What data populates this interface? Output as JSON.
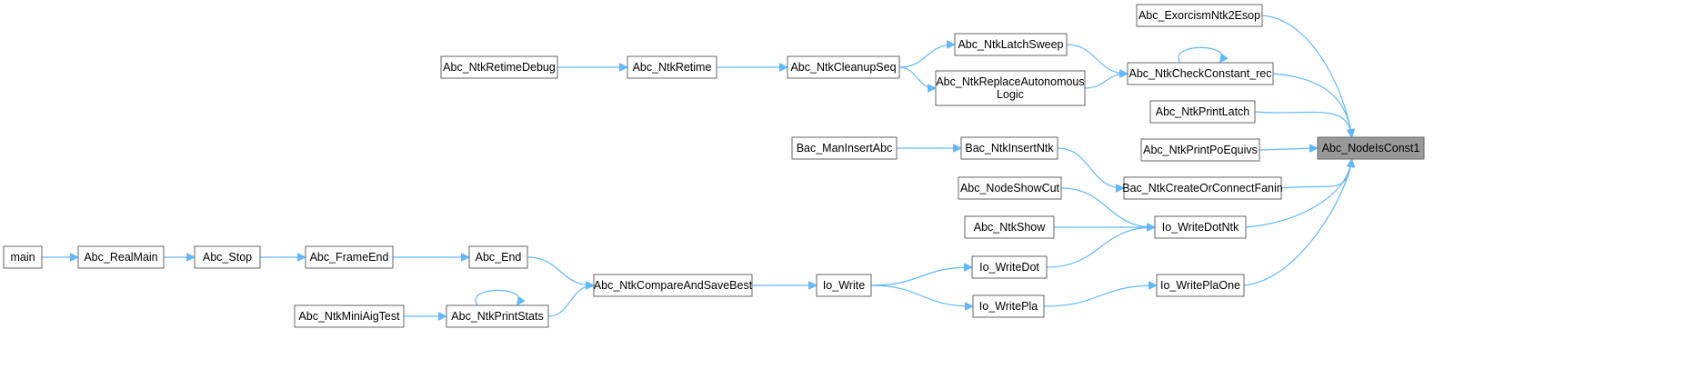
{
  "graph": {
    "root": "Abc_NodeIsConst1",
    "colors": {
      "edge": "#63b8ff",
      "node_border": "#666666",
      "root_fill": "#999999",
      "node_fill": "#ffffff"
    },
    "nodes": [
      {
        "id": "n_exorcism",
        "label": "Abc_ExorcismNtk2Esop"
      },
      {
        "id": "n_latchsweep",
        "label": "Abc_NtkLatchSweep"
      },
      {
        "id": "n_checkconst",
        "label": "Abc_NtkCheckConstant_rec"
      },
      {
        "id": "n_retimedebug",
        "label": "Abc_NtkRetimeDebug"
      },
      {
        "id": "n_retime",
        "label": "Abc_NtkRetime"
      },
      {
        "id": "n_cleanupseq",
        "label": "Abc_NtkCleanupSeq"
      },
      {
        "id": "n_replaceauto",
        "label": [
          "Abc_NtkReplaceAutonomous",
          "Logic"
        ]
      },
      {
        "id": "n_printlatch",
        "label": "Abc_NtkPrintLatch"
      },
      {
        "id": "n_printpoequivs",
        "label": "Abc_NtkPrintPoEquivs"
      },
      {
        "id": "n_root",
        "label": "Abc_NodeIsConst1",
        "root": true
      },
      {
        "id": "n_maninsert",
        "label": "Bac_ManInsertAbc"
      },
      {
        "id": "n_insertntk",
        "label": "Bac_NtkInsertNtk"
      },
      {
        "id": "n_createfanin",
        "label": "Bac_NtkCreateOrConnectFanin"
      },
      {
        "id": "n_showcut",
        "label": "Abc_NodeShowCut"
      },
      {
        "id": "n_ntkshow",
        "label": "Abc_NtkShow"
      },
      {
        "id": "n_writedotntk",
        "label": "Io_WriteDotNtk"
      },
      {
        "id": "n_main",
        "label": "main"
      },
      {
        "id": "n_realmain",
        "label": "Abc_RealMain"
      },
      {
        "id": "n_stop",
        "label": "Abc_Stop"
      },
      {
        "id": "n_frameend",
        "label": "Abc_FrameEnd"
      },
      {
        "id": "n_end",
        "label": "Abc_End"
      },
      {
        "id": "n_writedot",
        "label": "Io_WriteDot"
      },
      {
        "id": "n_compare",
        "label": "Abc_NtkCompareAndSaveBest"
      },
      {
        "id": "n_iowrite",
        "label": "Io_Write"
      },
      {
        "id": "n_writeplaone",
        "label": "Io_WritePlaOne"
      },
      {
        "id": "n_miniaig",
        "label": "Abc_NtkMiniAigTest"
      },
      {
        "id": "n_printstats",
        "label": "Abc_NtkPrintStats"
      },
      {
        "id": "n_writepla",
        "label": "Io_WritePla"
      }
    ],
    "edges": [
      {
        "from": "n_retimedebug",
        "to": "n_retime"
      },
      {
        "from": "n_retime",
        "to": "n_cleanupseq"
      },
      {
        "from": "n_cleanupseq",
        "to": "n_latchsweep"
      },
      {
        "from": "n_cleanupseq",
        "to": "n_replaceauto"
      },
      {
        "from": "n_latchsweep",
        "to": "n_checkconst"
      },
      {
        "from": "n_replaceauto",
        "to": "n_checkconst"
      },
      {
        "from": "n_checkconst",
        "to": "n_checkconst",
        "self": true
      },
      {
        "from": "n_exorcism",
        "to": "n_root"
      },
      {
        "from": "n_checkconst",
        "to": "n_root"
      },
      {
        "from": "n_printlatch",
        "to": "n_root"
      },
      {
        "from": "n_printpoequivs",
        "to": "n_root"
      },
      {
        "from": "n_createfanin",
        "to": "n_root"
      },
      {
        "from": "n_writedotntk",
        "to": "n_root"
      },
      {
        "from": "n_writeplaone",
        "to": "n_root"
      },
      {
        "from": "n_maninsert",
        "to": "n_insertntk"
      },
      {
        "from": "n_insertntk",
        "to": "n_createfanin"
      },
      {
        "from": "n_showcut",
        "to": "n_writedotntk"
      },
      {
        "from": "n_ntkshow",
        "to": "n_writedotntk"
      },
      {
        "from": "n_writedot",
        "to": "n_writedotntk"
      },
      {
        "from": "n_main",
        "to": "n_realmain"
      },
      {
        "from": "n_realmain",
        "to": "n_stop"
      },
      {
        "from": "n_stop",
        "to": "n_frameend"
      },
      {
        "from": "n_frameend",
        "to": "n_end"
      },
      {
        "from": "n_end",
        "to": "n_compare"
      },
      {
        "from": "n_miniaig",
        "to": "n_printstats"
      },
      {
        "from": "n_printstats",
        "to": "n_printstats",
        "self": true
      },
      {
        "from": "n_printstats",
        "to": "n_compare"
      },
      {
        "from": "n_compare",
        "to": "n_iowrite"
      },
      {
        "from": "n_iowrite",
        "to": "n_writedot"
      },
      {
        "from": "n_iowrite",
        "to": "n_writepla"
      },
      {
        "from": "n_writepla",
        "to": "n_writeplaone"
      }
    ]
  }
}
